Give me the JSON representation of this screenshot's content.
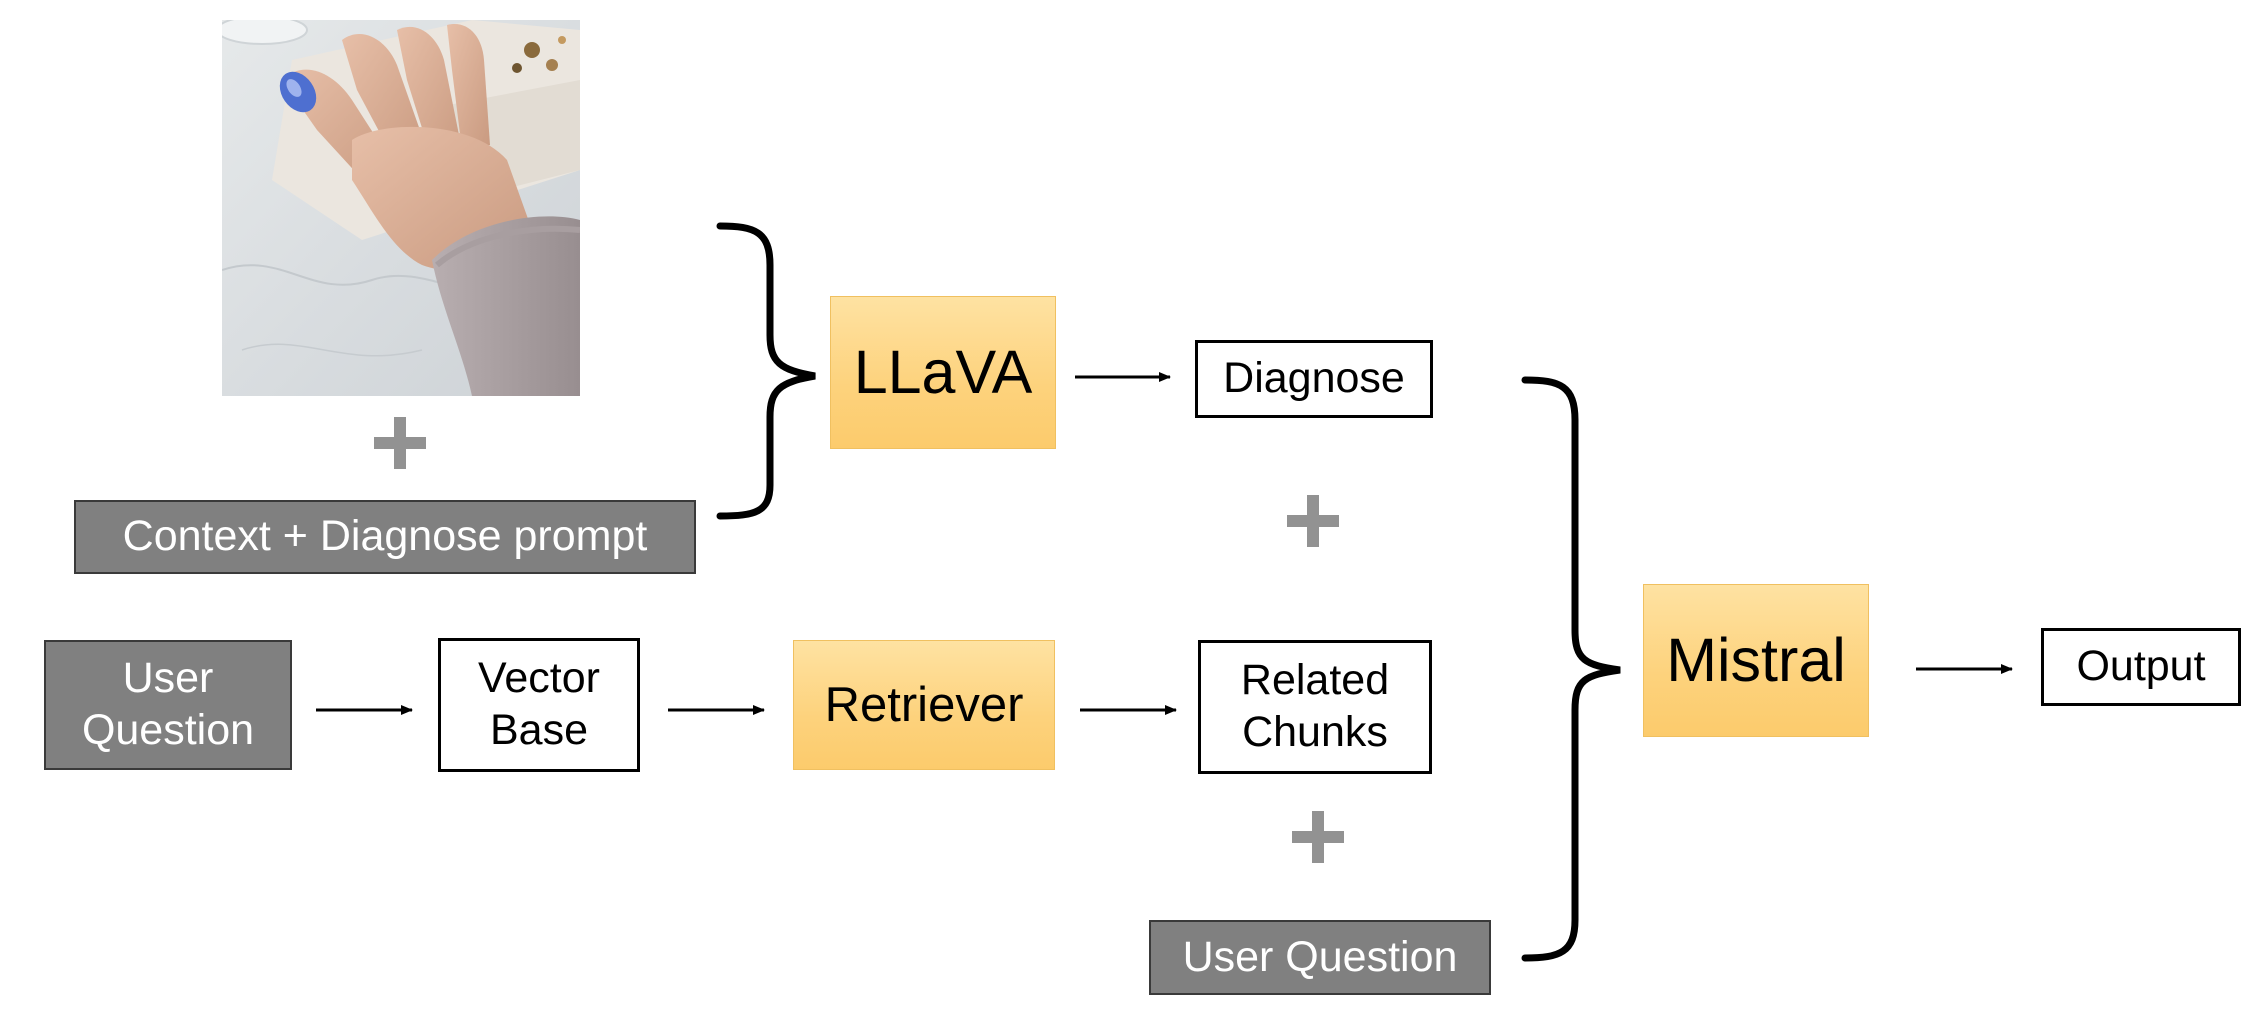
{
  "input_image": {
    "icon": "hand-photo-icon"
  },
  "context_prompt": {
    "label": "Context + Diagnose prompt"
  },
  "llava": {
    "label": "LLaVA"
  },
  "diagnose": {
    "label": "Diagnose"
  },
  "user_question_left": {
    "label": "User\nQuestion"
  },
  "vector_base": {
    "label": "Vector\nBase"
  },
  "retriever": {
    "label": "Retriever"
  },
  "related_chunks": {
    "label": "Related\nChunks"
  },
  "user_question_bottom": {
    "label": "User Question"
  },
  "mistral": {
    "label": "Mistral"
  },
  "output": {
    "label": "Output"
  },
  "colors": {
    "model_fill": "#fdd27c",
    "input_fill": "#808080",
    "plus": "#929292"
  }
}
